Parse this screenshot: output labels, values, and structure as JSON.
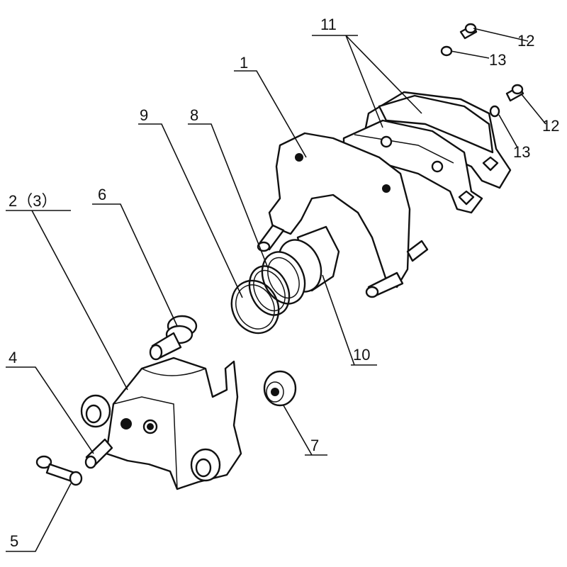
{
  "diagram": {
    "type": "exploded-parts-diagram",
    "labels": {
      "p1": "1",
      "p2": "2（3）",
      "p4": "4",
      "p5": "5",
      "p6": "6",
      "p7": "7",
      "p8": "8",
      "p9": "9",
      "p10": "10",
      "p11": "11",
      "p12a": "12",
      "p13a": "13",
      "p12b": "12",
      "p13b": "13"
    }
  }
}
